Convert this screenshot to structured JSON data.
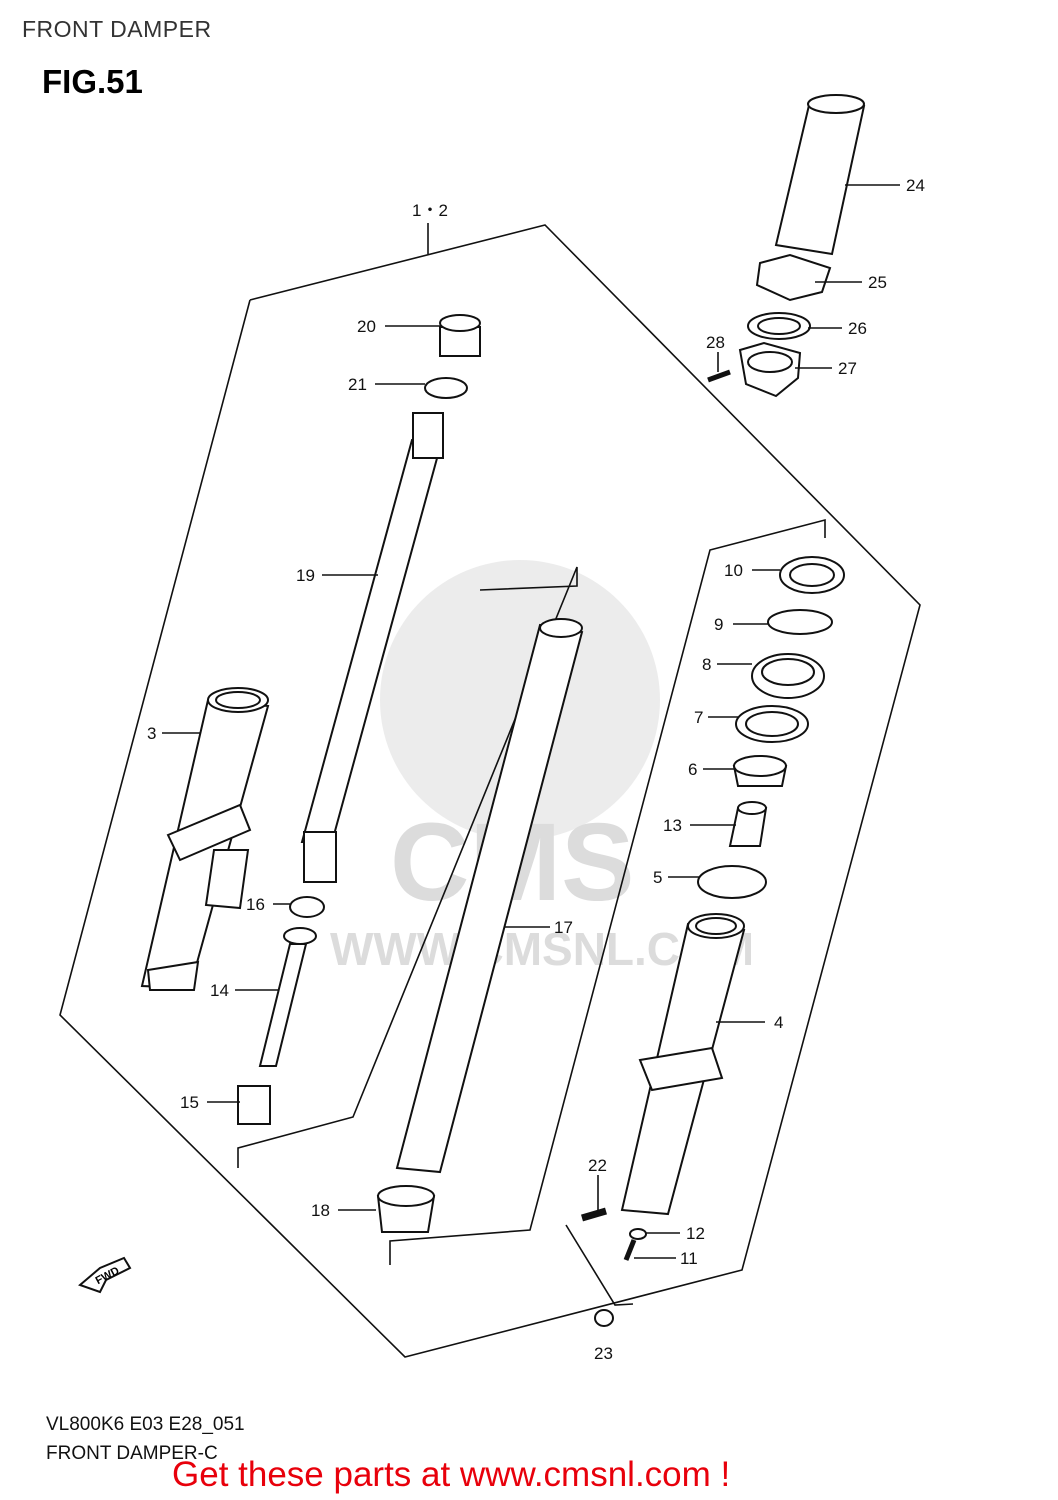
{
  "header": {
    "title": "FRONT DAMPER"
  },
  "figure": {
    "label": "FIG.51"
  },
  "footer": {
    "code": "VL800K6 E03 E28_051",
    "name": "FRONT DAMPER-C",
    "promo": "Get these parts at www.cmsnl.com !"
  },
  "watermark": {
    "brand": "CMS",
    "url": "WWW.CMSNL.COM"
  },
  "direction": {
    "label": "FWD"
  },
  "callouts": {
    "c1_2": "1・2",
    "c3": "3",
    "c4": "4",
    "c5": "5",
    "c6": "6",
    "c7": "7",
    "c8": "8",
    "c9": "9",
    "c10": "10",
    "c11": "11",
    "c12": "12",
    "c13": "13",
    "c14": "14",
    "c15": "15",
    "c16": "16",
    "c17": "17",
    "c18": "18",
    "c19": "19",
    "c20": "20",
    "c21": "21",
    "c22": "22",
    "c23": "23",
    "c24": "24",
    "c25": "25",
    "c26": "26",
    "c27": "27",
    "c28": "28"
  }
}
